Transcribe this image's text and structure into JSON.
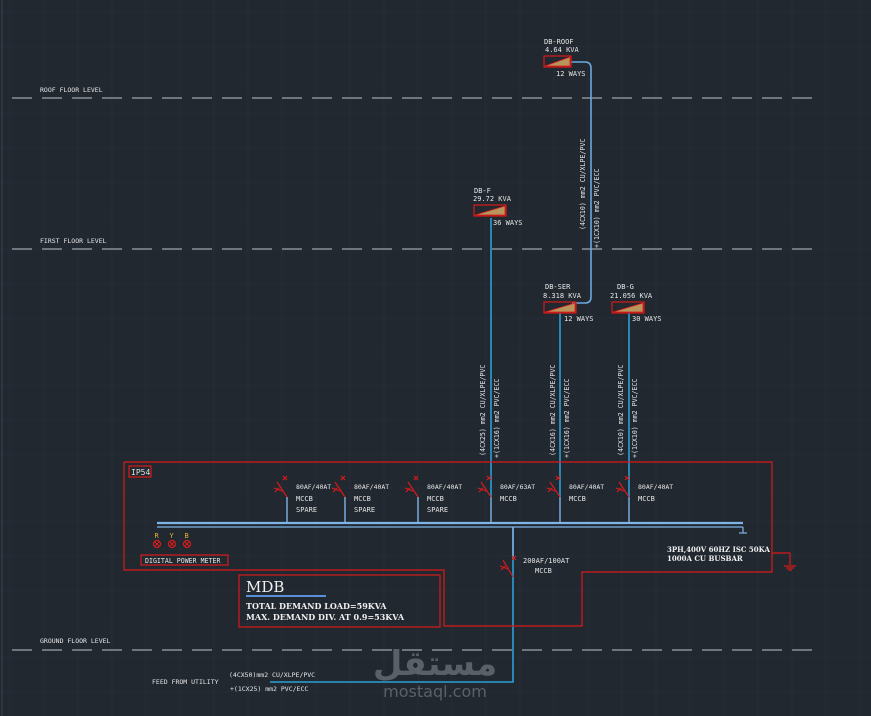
{
  "levels": [
    {
      "id": "roof",
      "label": "ROOF FLOOR LEVEL"
    },
    {
      "id": "first",
      "label": "FIRST FLOOR LEVEL"
    },
    {
      "id": "ground",
      "label": "GROUND FLOOR LEVEL"
    }
  ],
  "panels": [
    {
      "id": "db-roof",
      "name": "DB-ROOF",
      "load": "4.64 KVA",
      "ways": "12 WAYS"
    },
    {
      "id": "db-f",
      "name": "DB-F",
      "load": "29.72 KVA",
      "ways": "36 WAYS"
    },
    {
      "id": "db-ser",
      "name": "DB-SER",
      "load": "8.318 KVA",
      "ways": "12 WAYS"
    },
    {
      "id": "db-g",
      "name": "DB-G",
      "load": "21.056 KVA",
      "ways": "30 WAYS"
    }
  ],
  "cables": [
    {
      "id": "to-roof",
      "phase": "(4CX10) mm2 CU/XLPE/PVC",
      "earth": "+(1CX10) mm2 PVC/ECC"
    },
    {
      "id": "to-f",
      "phase": "(4CX25) mm2 CU/XLPE/PVC",
      "earth": "+(1CX16) mm2 PVC/ECC"
    },
    {
      "id": "to-ser",
      "phase": "(4CX16) mm2 CU/XLPE/PVC",
      "earth": "+(1CX16) mm2 PVC/ECC"
    },
    {
      "id": "to-g",
      "phase": "(4CX10) mm2 CU/XLPE/PVC",
      "earth": "+(1CX10) mm2 PVC/ECC"
    }
  ],
  "mdb": {
    "enclosure": "IP54",
    "breakers": [
      {
        "rating": "80AF/40AT",
        "type": "MCCB",
        "note": "SPARE"
      },
      {
        "rating": "80AF/40AT",
        "type": "MCCB",
        "note": "SPARE"
      },
      {
        "rating": "80AF/40AT",
        "type": "MCCB",
        "note": "SPARE"
      },
      {
        "rating": "80AF/63AT",
        "type": "MCCB",
        "note": ""
      },
      {
        "rating": "80AF/40AT",
        "type": "MCCB",
        "note": ""
      },
      {
        "rating": "80AF/40AT",
        "type": "MCCB",
        "note": ""
      }
    ],
    "main_breaker": {
      "rating": "200AF/100AT",
      "type": "MCCB"
    },
    "phases": [
      "R",
      "Y",
      "B"
    ],
    "meter_label": "DIGITAL POWER METER",
    "busbar_line1": "3PH,400V 60HZ ISC 50KA",
    "busbar_line2": "1000A CU BUSBAR",
    "title": "MDB",
    "total_load": "TOTAL DEMAND LOAD=59KVA",
    "max_demand": "MAX. DEMAND DIV. AT 0.9=53KVA"
  },
  "feed": {
    "label": "FEED FROM UTILITY",
    "phase": "(4CX50)mm2 CU/XLPE/PVC",
    "earth": "+(1CX25) mm2 PVC/ECC"
  },
  "watermark": {
    "arabic": "مستقل",
    "latin": "mostaql.com"
  },
  "colors": {
    "background": "#212830",
    "grid": "#2c3440",
    "red": "#d81a1a",
    "cable": "#2a9fd6",
    "busbar": "#7fb4e8",
    "panel_fill": "#b8955a",
    "level_line": "#8a8f96",
    "phase_label": "#e8b030"
  }
}
